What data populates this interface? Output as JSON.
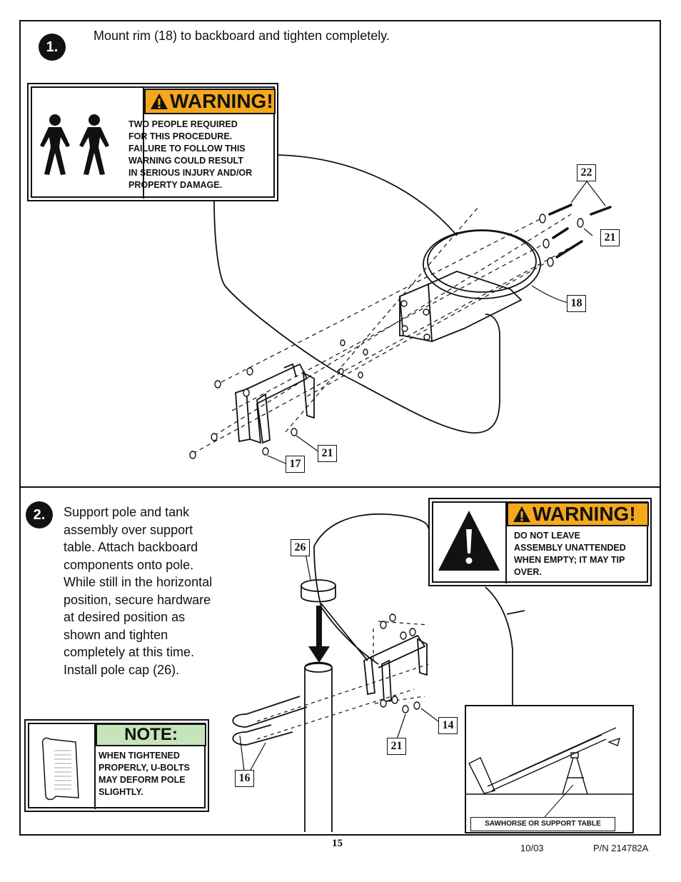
{
  "step1": {
    "number": "1.",
    "instruction": "Mount rim (18) to backboard and tighten completely.",
    "warning": {
      "header": "WARNING!",
      "text": [
        "TWO PEOPLE REQUIRED",
        "FOR THIS PROCEDURE.",
        "FAILURE TO FOLLOW THIS",
        "WARNING COULD RESULT",
        "IN SERIOUS INJURY AND/OR",
        "PROPERTY DAMAGE."
      ]
    },
    "callouts": {
      "c22": "22",
      "c21a": "21",
      "c18": "18",
      "c21b": "21",
      "c17": "17"
    }
  },
  "step2": {
    "number": "2.",
    "instruction": [
      "Support pole and tank",
      "assembly over support",
      "table.  Attach backboard",
      "components onto pole.",
      "While still in the horizontal",
      "position, secure hardware",
      "at desired position as",
      "shown and tighten",
      "completely at this time.",
      "Install pole cap (26)."
    ],
    "warning": {
      "header": "WARNING!",
      "text": [
        "DO NOT LEAVE",
        "ASSEMBLY UNATTENDED",
        "WHEN EMPTY; IT MAY TIP",
        "OVER."
      ]
    },
    "note": {
      "header": "NOTE:",
      "text": [
        "WHEN TIGHTENED",
        "PROPERLY, U-BOLTS",
        "MAY DEFORM POLE",
        "SLIGHTLY."
      ]
    },
    "callouts": {
      "c26": "26",
      "c14": "14",
      "c21": "21",
      "c16": "16"
    },
    "inset_label": "SAWHORSE OR SUPPORT TABLE"
  },
  "footer": {
    "page": "15",
    "date": "10/03",
    "part_number": "P/N 214782A"
  }
}
